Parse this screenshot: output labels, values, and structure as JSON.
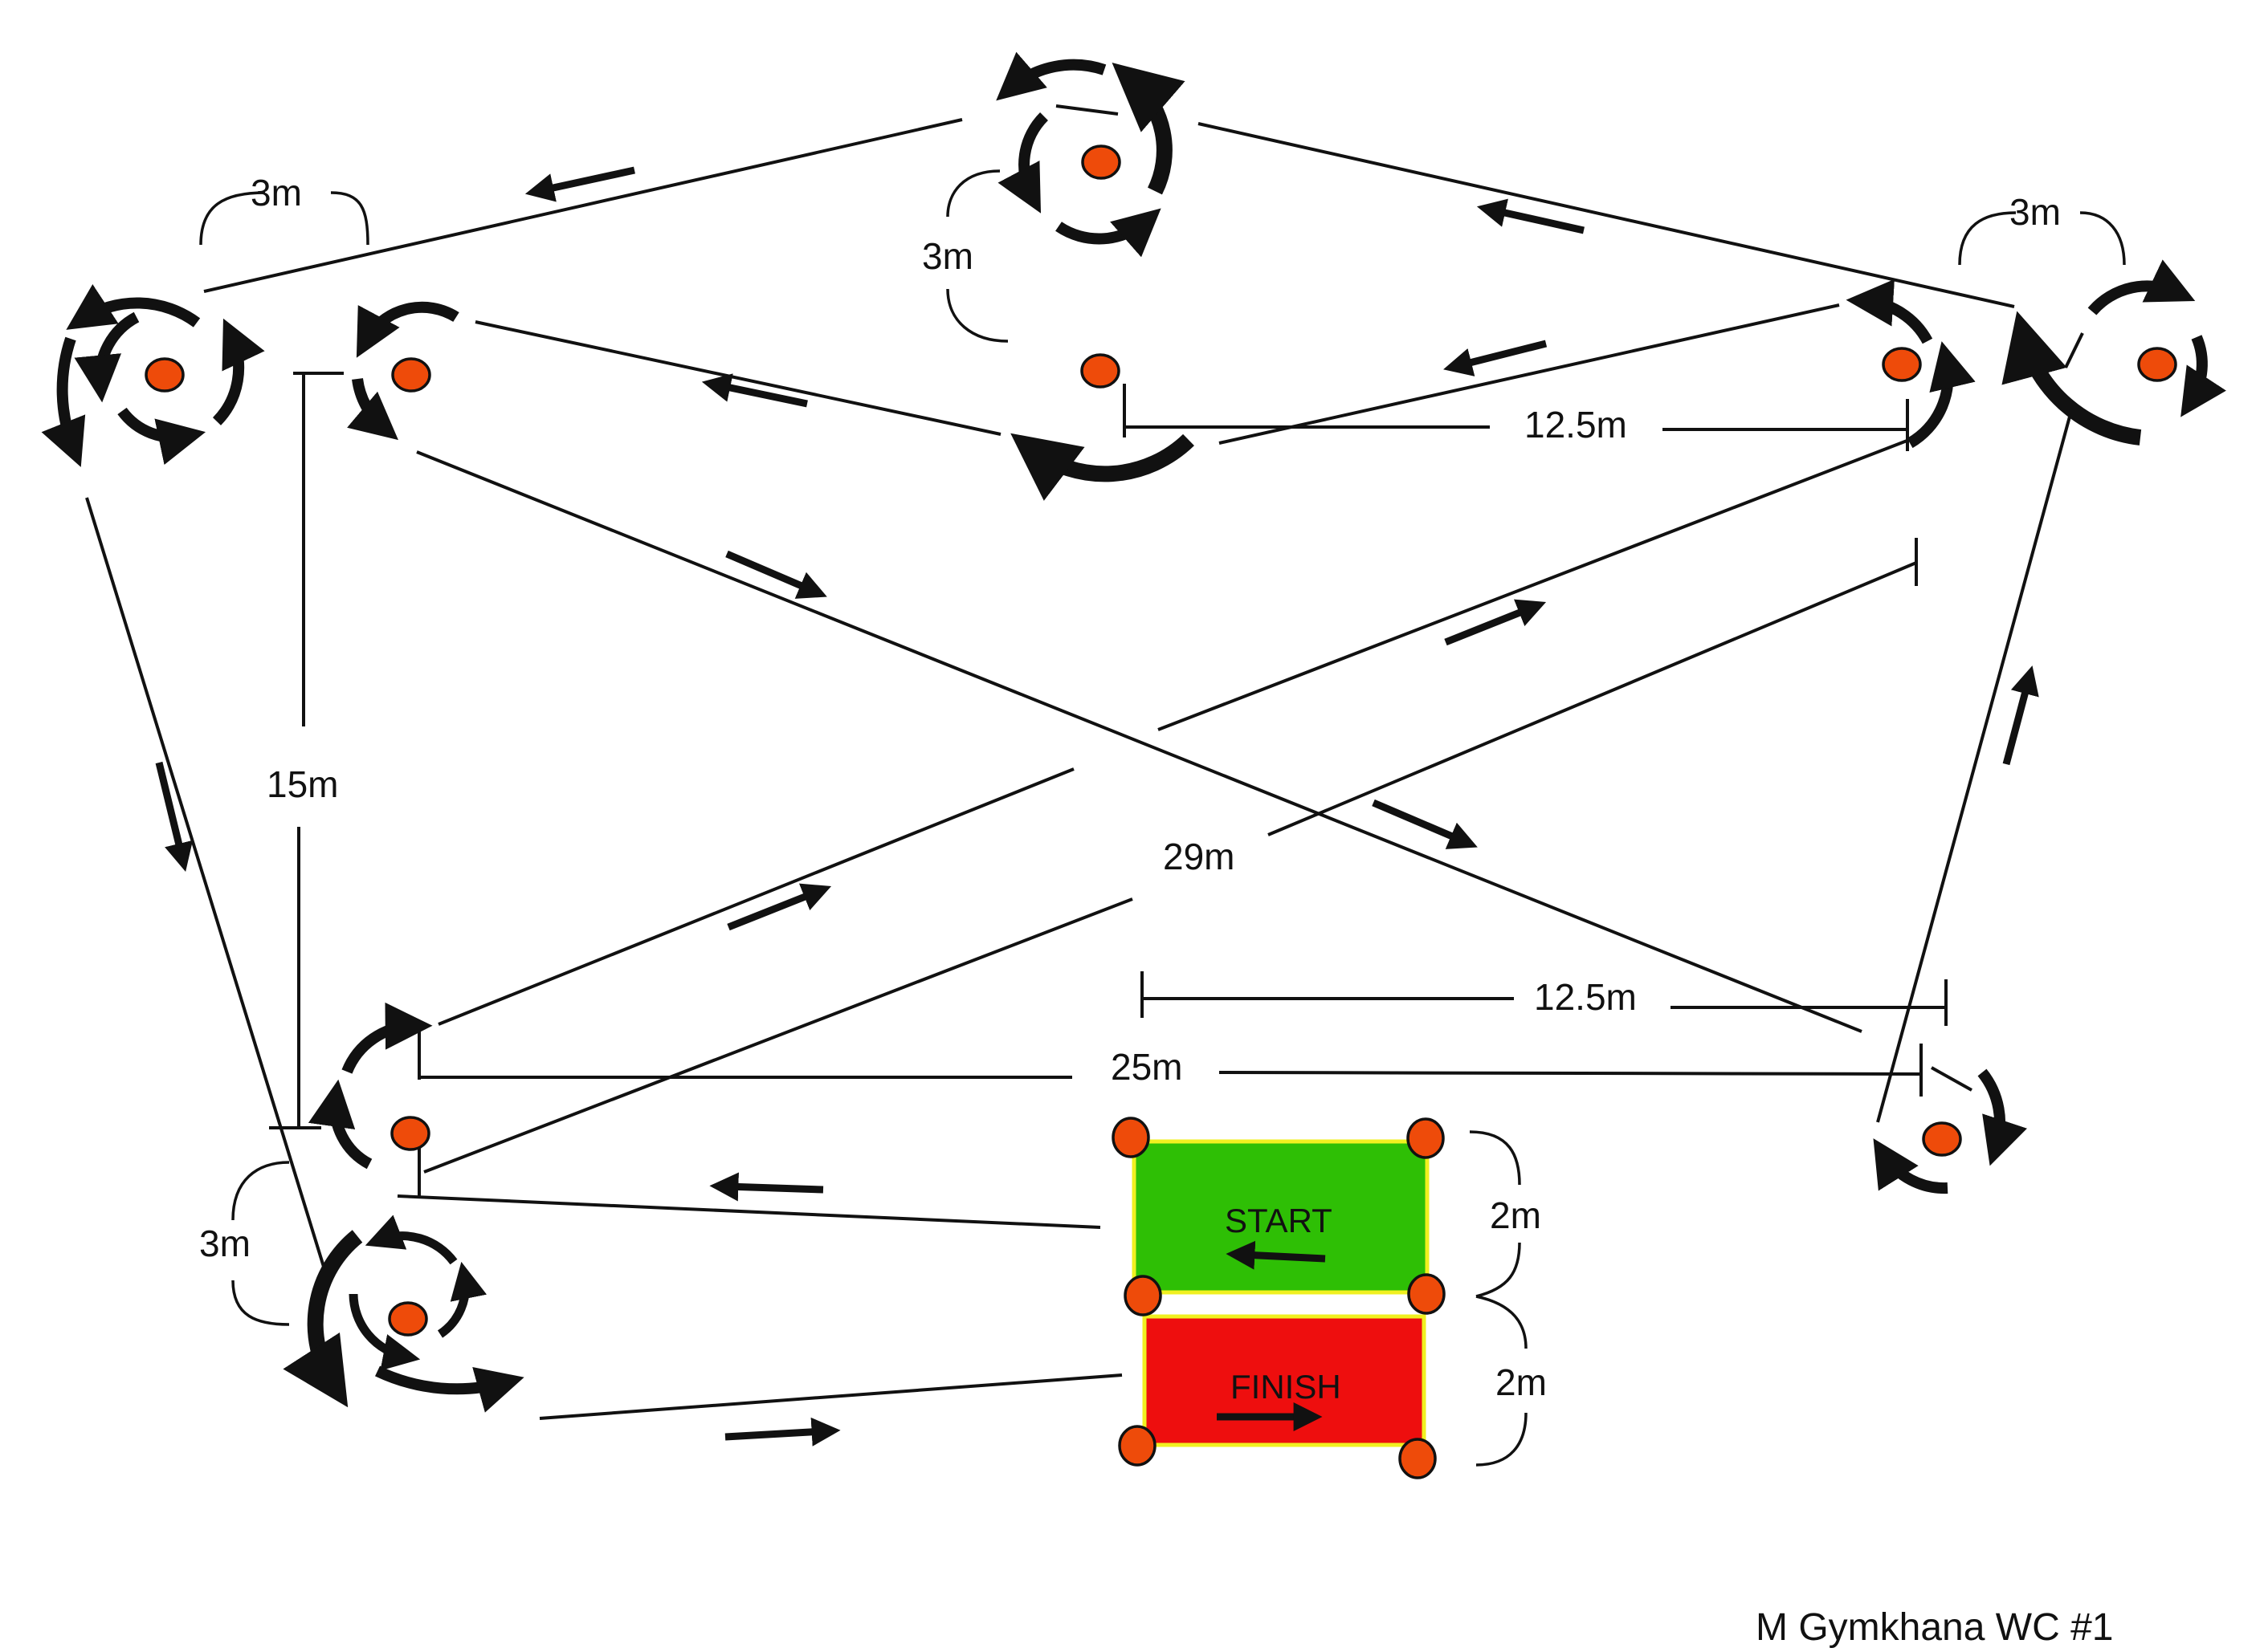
{
  "title": "M Gymkhana WC #1",
  "colors": {
    "cone": "#EE4B0A",
    "cone_outline": "#111111",
    "start_zone": "#2EBF05",
    "finish_zone": "#EE0E0E",
    "zone_border": "#F0F020",
    "ink": "#111111"
  },
  "zones": {
    "start": {
      "label": "START",
      "direction": "left"
    },
    "finish": {
      "label": "FINISH",
      "direction": "right"
    }
  },
  "measurements": {
    "top_left_gap": "3m",
    "top_center_gap": "3m",
    "top_right_gap": "3m",
    "bottom_left_gap": "3m",
    "left_vertical": "15m",
    "top_span": "12.5m",
    "diagonal": "29m",
    "bottom_span_short": "12.5m",
    "bottom_span_long": "25m",
    "start_width": "2m",
    "finish_width": "2m"
  },
  "icons": {
    "cone": "traffic-cone-dot",
    "turn_arrow": "curved-arrow",
    "direction_arrow": "straight-arrow"
  }
}
